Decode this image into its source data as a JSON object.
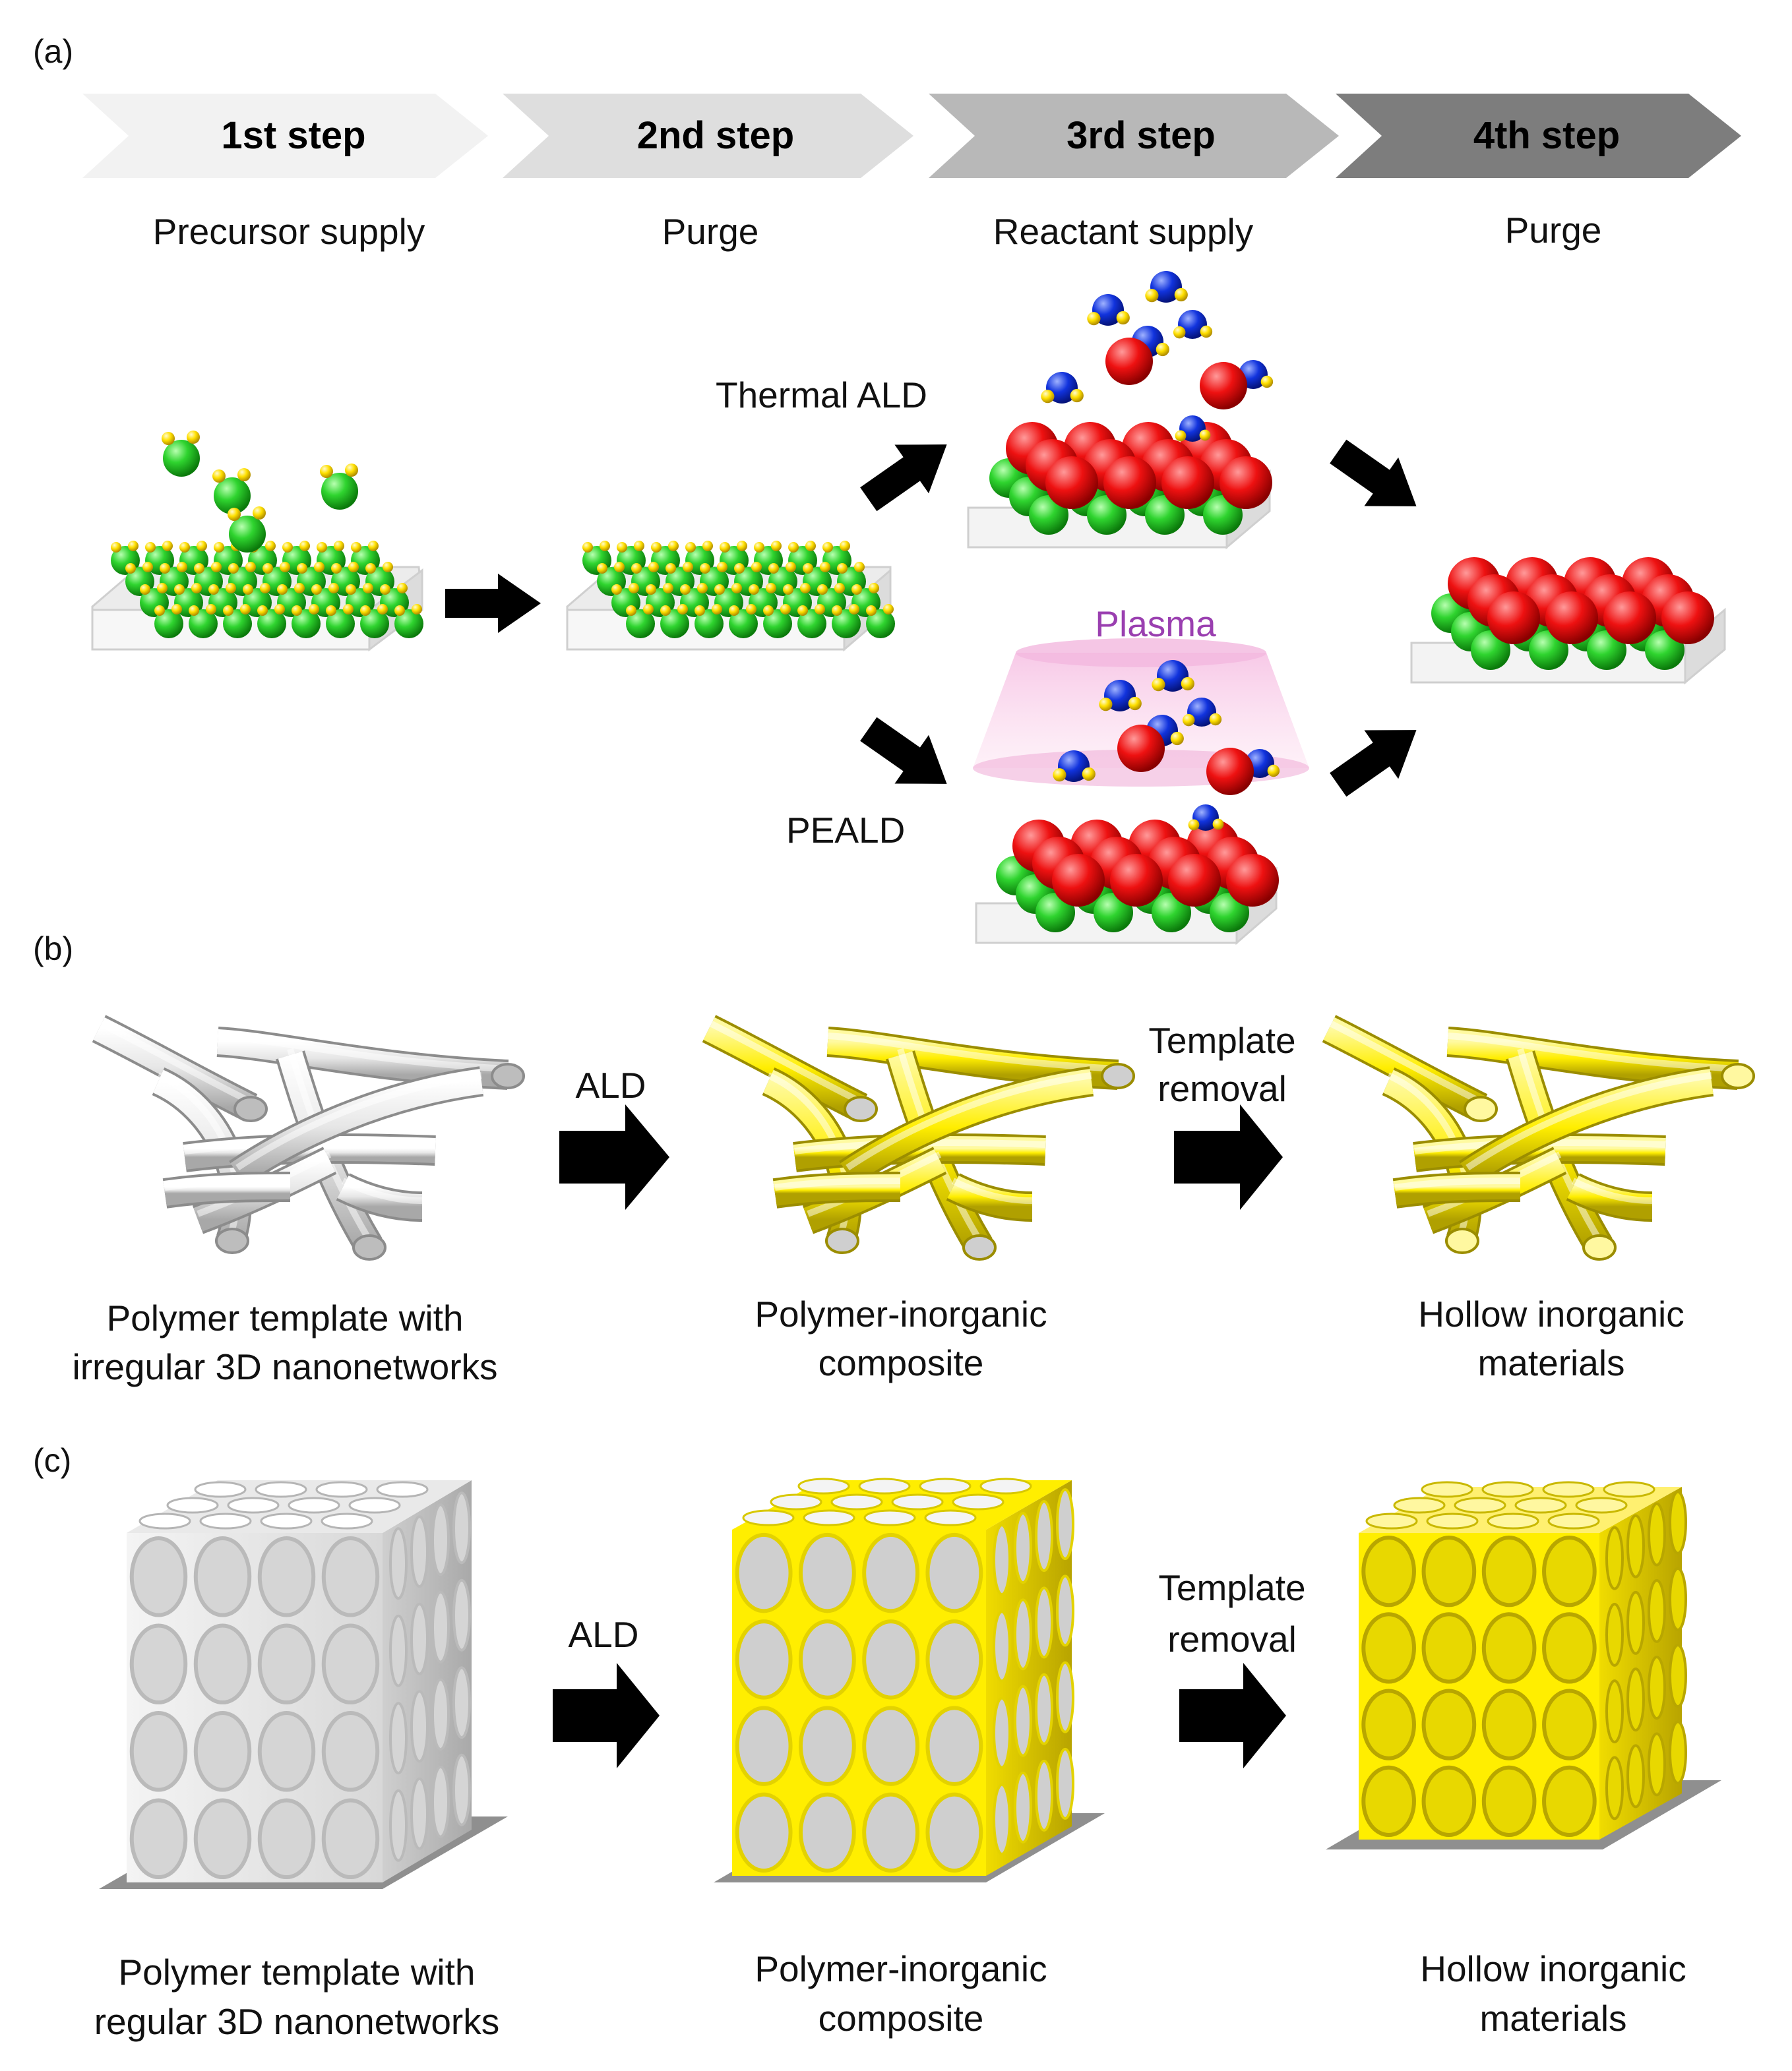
{
  "panels": {
    "a": {
      "label": "(a)",
      "steps": [
        {
          "title": "1st step",
          "subtitle": "Precursor supply",
          "fill": "#f2f2f2"
        },
        {
          "title": "2nd step",
          "subtitle": "Purge",
          "fill": "#dedede"
        },
        {
          "title": "3rd step",
          "subtitle": "Reactant supply",
          "fill": "#b8b8b8"
        },
        {
          "title": "4th step",
          "subtitle": "Purge",
          "fill": "#7d7d7d"
        }
      ],
      "thermal_label": "Thermal ALD",
      "peald_label": "PEALD",
      "plasma_label": "Plasma"
    },
    "b": {
      "label": "(b)",
      "ald_label": "ALD",
      "removal_label": [
        "Template",
        "removal"
      ],
      "captions": [
        [
          "Polymer template with",
          "irregular 3D nanonetworks"
        ],
        [
          "Polymer-inorganic",
          "composite"
        ],
        [
          "Hollow inorganic",
          "materials"
        ]
      ]
    },
    "c": {
      "label": "(c)",
      "ald_label": "ALD",
      "removal_label": [
        "Template",
        "removal"
      ],
      "captions": [
        [
          "Polymer template with",
          "regular 3D nanonetworks"
        ],
        [
          "Polymer-inorganic",
          "composite"
        ],
        [
          "Hollow inorganic",
          "materials"
        ]
      ]
    }
  },
  "colors": {
    "precursor_green": "#22cc22",
    "ligand_yellow": "#ffe000",
    "oxide_red": "#ee1111",
    "reactant_blue": "#1133dd",
    "coating_yellow": "#ffee00",
    "template_gray": "#e4e4e4",
    "plasma_pink": "#f8c8e4",
    "arrow_black": "#000000"
  }
}
